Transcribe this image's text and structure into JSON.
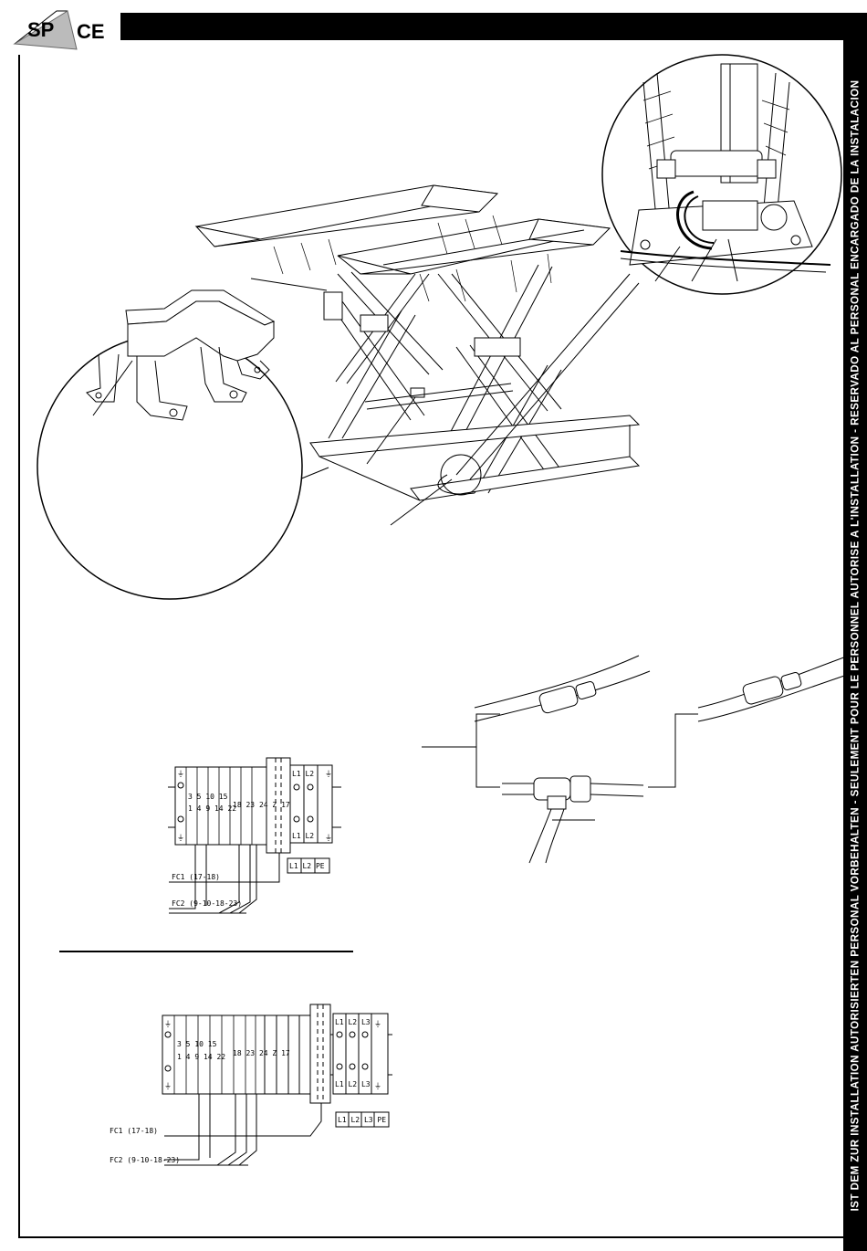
{
  "brand": {
    "logo_left": "SP",
    "logo_right": "CE"
  },
  "sidebar_notice": "IST DEM ZUR INSTALLATION AUTORISIERTEN PERSONAL VORBEHALTEN - SEULEMENT POUR LE PERSONNEL AUTORISE A L'INSTALLATION - RESERVADO AL PERSONAL ENCARGADO DE LA INSTALACION",
  "wiring_top": {
    "terminals_row1": [
      "3",
      "5",
      "10",
      "15"
    ],
    "terminals_row2": [
      "1",
      "4",
      "9",
      "14",
      "22"
    ],
    "terminals_mid": [
      "18",
      "23",
      "24",
      "Z",
      "17"
    ],
    "phase_labels": [
      "L1",
      "L2"
    ],
    "supply_labels": [
      "L1",
      "L2",
      "PE"
    ],
    "fc1": "FC1 (17-18)",
    "fc2": "FC2 (9-10-18-23)"
  },
  "wiring_bottom": {
    "terminals_row1": [
      "3",
      "5",
      "10",
      "15"
    ],
    "terminals_row2": [
      "1",
      "4",
      "9",
      "14",
      "22"
    ],
    "terminals_mid": [
      "18",
      "23",
      "24",
      "Z",
      "17"
    ],
    "phase_labels": [
      "L1",
      "L2",
      "L3"
    ],
    "supply_labels": [
      "L1",
      "L2",
      "L3",
      "PE"
    ],
    "fc1": "FC1 (17-18)",
    "fc2": "FC2 (9-10-18-23)"
  }
}
